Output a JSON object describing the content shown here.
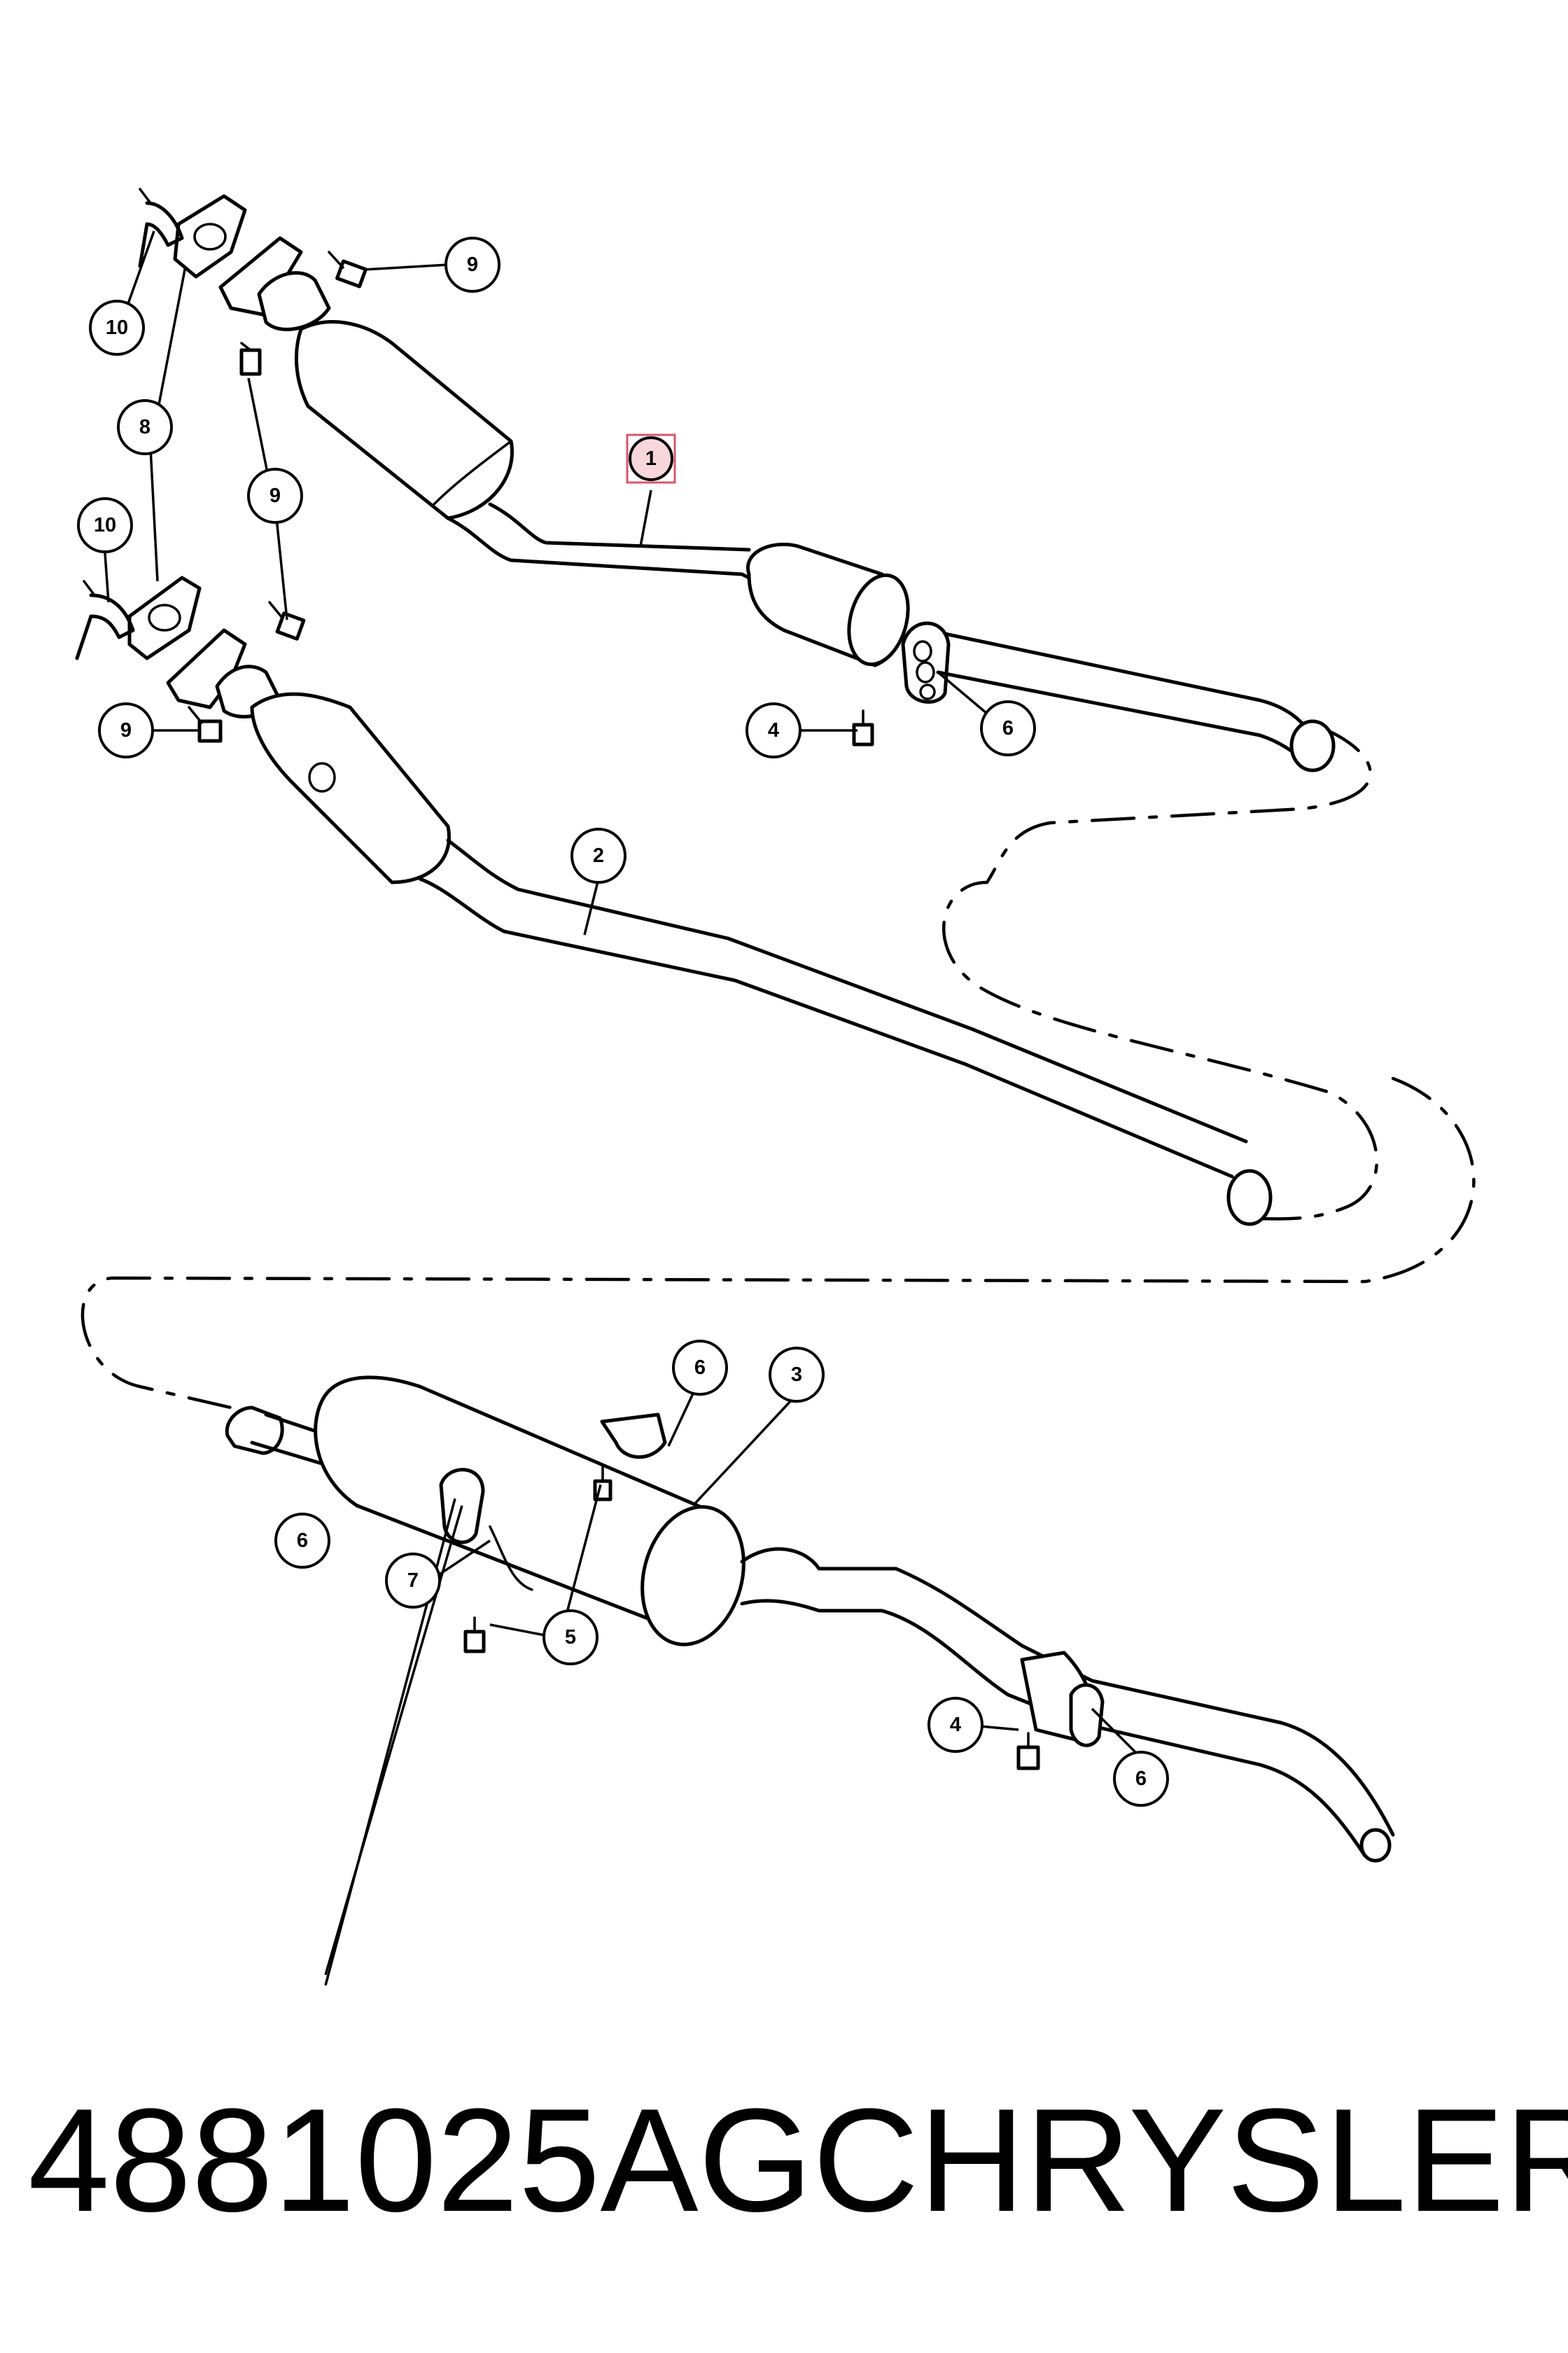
{
  "callouts": [
    {
      "id": "c1",
      "label": "1",
      "highlighted": true
    },
    {
      "id": "c2",
      "label": "2"
    },
    {
      "id": "c3",
      "label": "3"
    },
    {
      "id": "c4a",
      "label": "4"
    },
    {
      "id": "c4b",
      "label": "4"
    },
    {
      "id": "c5",
      "label": "5"
    },
    {
      "id": "c6a",
      "label": "6"
    },
    {
      "id": "c6b",
      "label": "6"
    },
    {
      "id": "c6c",
      "label": "6"
    },
    {
      "id": "c6d",
      "label": "6"
    },
    {
      "id": "c7",
      "label": "7"
    },
    {
      "id": "c8",
      "label": "8"
    },
    {
      "id": "c9a",
      "label": "9"
    },
    {
      "id": "c9b",
      "label": "9"
    },
    {
      "id": "c9c",
      "label": "9"
    },
    {
      "id": "c10a",
      "label": "10"
    },
    {
      "id": "c10b",
      "label": "10"
    }
  ],
  "footer": {
    "part_number": "4881025AG",
    "brand": "CHRYSLER"
  },
  "colors": {
    "line": "#000000",
    "highlight_fill": "#f8d7dc",
    "highlight_border": "#d9546c"
  }
}
